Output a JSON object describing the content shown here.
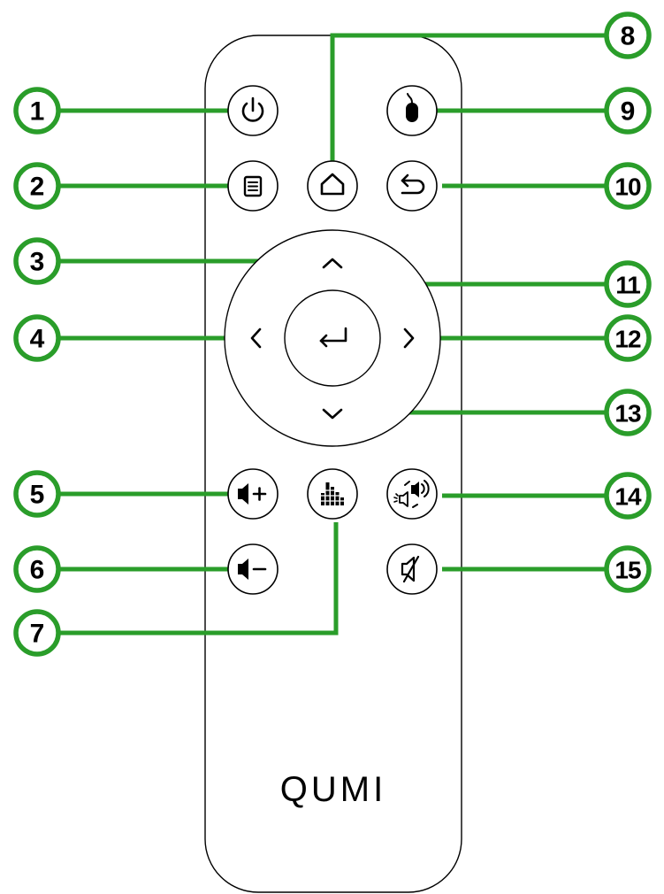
{
  "brand": "QUMI",
  "colors": {
    "callout": "#2a9d2a",
    "outline": "#000000"
  },
  "buttons": [
    {
      "name": "power-button",
      "icon": "power-icon"
    },
    {
      "name": "menu-button",
      "icon": "menu-list-icon"
    },
    {
      "name": "dpad-up-button",
      "icon": "chevron-up-icon"
    },
    {
      "name": "dpad-left-button",
      "icon": "chevron-left-icon"
    },
    {
      "name": "volume-up-button",
      "icon": "speaker-plus-icon"
    },
    {
      "name": "volume-down-button",
      "icon": "speaker-minus-icon"
    },
    {
      "name": "equalizer-button",
      "icon": "equalizer-icon"
    },
    {
      "name": "home-button",
      "icon": "home-icon"
    },
    {
      "name": "mouse-button",
      "icon": "mouse-icon"
    },
    {
      "name": "back-button",
      "icon": "back-arrow-icon"
    },
    {
      "name": "enter-button",
      "icon": "enter-icon"
    },
    {
      "name": "dpad-right-button",
      "icon": "chevron-right-icon"
    },
    {
      "name": "dpad-down-button",
      "icon": "chevron-down-icon"
    },
    {
      "name": "speaker-mode-button",
      "icon": "speaker-toggle-icon"
    },
    {
      "name": "mute-button",
      "icon": "mute-icon"
    }
  ],
  "callouts": [
    "1",
    "2",
    "3",
    "4",
    "5",
    "6",
    "7",
    "8",
    "9",
    "10",
    "11",
    "12",
    "13",
    "14",
    "15"
  ]
}
